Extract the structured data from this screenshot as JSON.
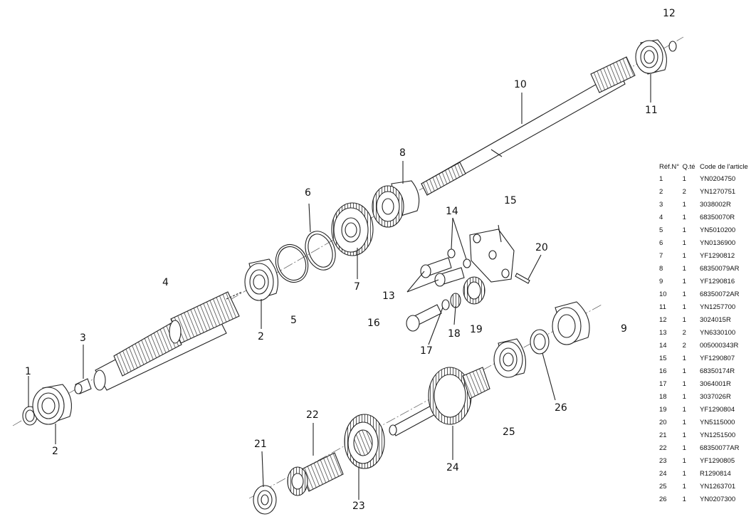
{
  "callouts": [
    {
      "key": "c1",
      "text": "1"
    },
    {
      "key": "c2a",
      "text": "2"
    },
    {
      "key": "c2b",
      "text": "2"
    },
    {
      "key": "c3",
      "text": "3"
    },
    {
      "key": "c4",
      "text": "4"
    },
    {
      "key": "c5",
      "text": "5"
    },
    {
      "key": "c6",
      "text": "6"
    },
    {
      "key": "c7",
      "text": "7"
    },
    {
      "key": "c8",
      "text": "8"
    },
    {
      "key": "c9",
      "text": "9"
    },
    {
      "key": "c10",
      "text": "10"
    },
    {
      "key": "c11",
      "text": "11"
    },
    {
      "key": "c12",
      "text": "12"
    },
    {
      "key": "c13",
      "text": "13"
    },
    {
      "key": "c14",
      "text": "14"
    },
    {
      "key": "c15",
      "text": "15"
    },
    {
      "key": "c16",
      "text": "16"
    },
    {
      "key": "c17",
      "text": "17"
    },
    {
      "key": "c18",
      "text": "18"
    },
    {
      "key": "c19",
      "text": "19"
    },
    {
      "key": "c20",
      "text": "20"
    },
    {
      "key": "c21",
      "text": "21"
    },
    {
      "key": "c22",
      "text": "22"
    },
    {
      "key": "c23",
      "text": "23"
    },
    {
      "key": "c24",
      "text": "24"
    },
    {
      "key": "c25",
      "text": "25"
    },
    {
      "key": "c26",
      "text": "26"
    }
  ],
  "parts_table": {
    "headers": [
      "Réf.N°",
      "Q.té",
      "Code de l'article"
    ],
    "rows": [
      [
        "1",
        "1",
        "YN0204750"
      ],
      [
        "2",
        "2",
        "YN1270751"
      ],
      [
        "3",
        "1",
        "3038002R"
      ],
      [
        "4",
        "1",
        "68350070R"
      ],
      [
        "5",
        "1",
        "YN5010200"
      ],
      [
        "6",
        "1",
        "YN0136900"
      ],
      [
        "7",
        "1",
        "YF1290812"
      ],
      [
        "8",
        "1",
        "68350079AR"
      ],
      [
        "9",
        "1",
        "YF1290816"
      ],
      [
        "10",
        "1",
        "68350072AR"
      ],
      [
        "11",
        "1",
        "YN1257700"
      ],
      [
        "12",
        "1",
        "3024015R"
      ],
      [
        "13",
        "2",
        "YN6330100"
      ],
      [
        "14",
        "2",
        "005000343R"
      ],
      [
        "15",
        "1",
        "YF1290807"
      ],
      [
        "16",
        "1",
        "68350174R"
      ],
      [
        "17",
        "1",
        "3064001R"
      ],
      [
        "18",
        "1",
        "3037026R"
      ],
      [
        "19",
        "1",
        "YF1290804"
      ],
      [
        "20",
        "1",
        "YN5115000"
      ],
      [
        "21",
        "1",
        "YN1251500"
      ],
      [
        "22",
        "1",
        "68350077AR"
      ],
      [
        "23",
        "1",
        "YF1290805"
      ],
      [
        "24",
        "1",
        "R1290814"
      ],
      [
        "25",
        "1",
        "YN1263701"
      ],
      [
        "26",
        "1",
        "YN0207300"
      ]
    ]
  }
}
